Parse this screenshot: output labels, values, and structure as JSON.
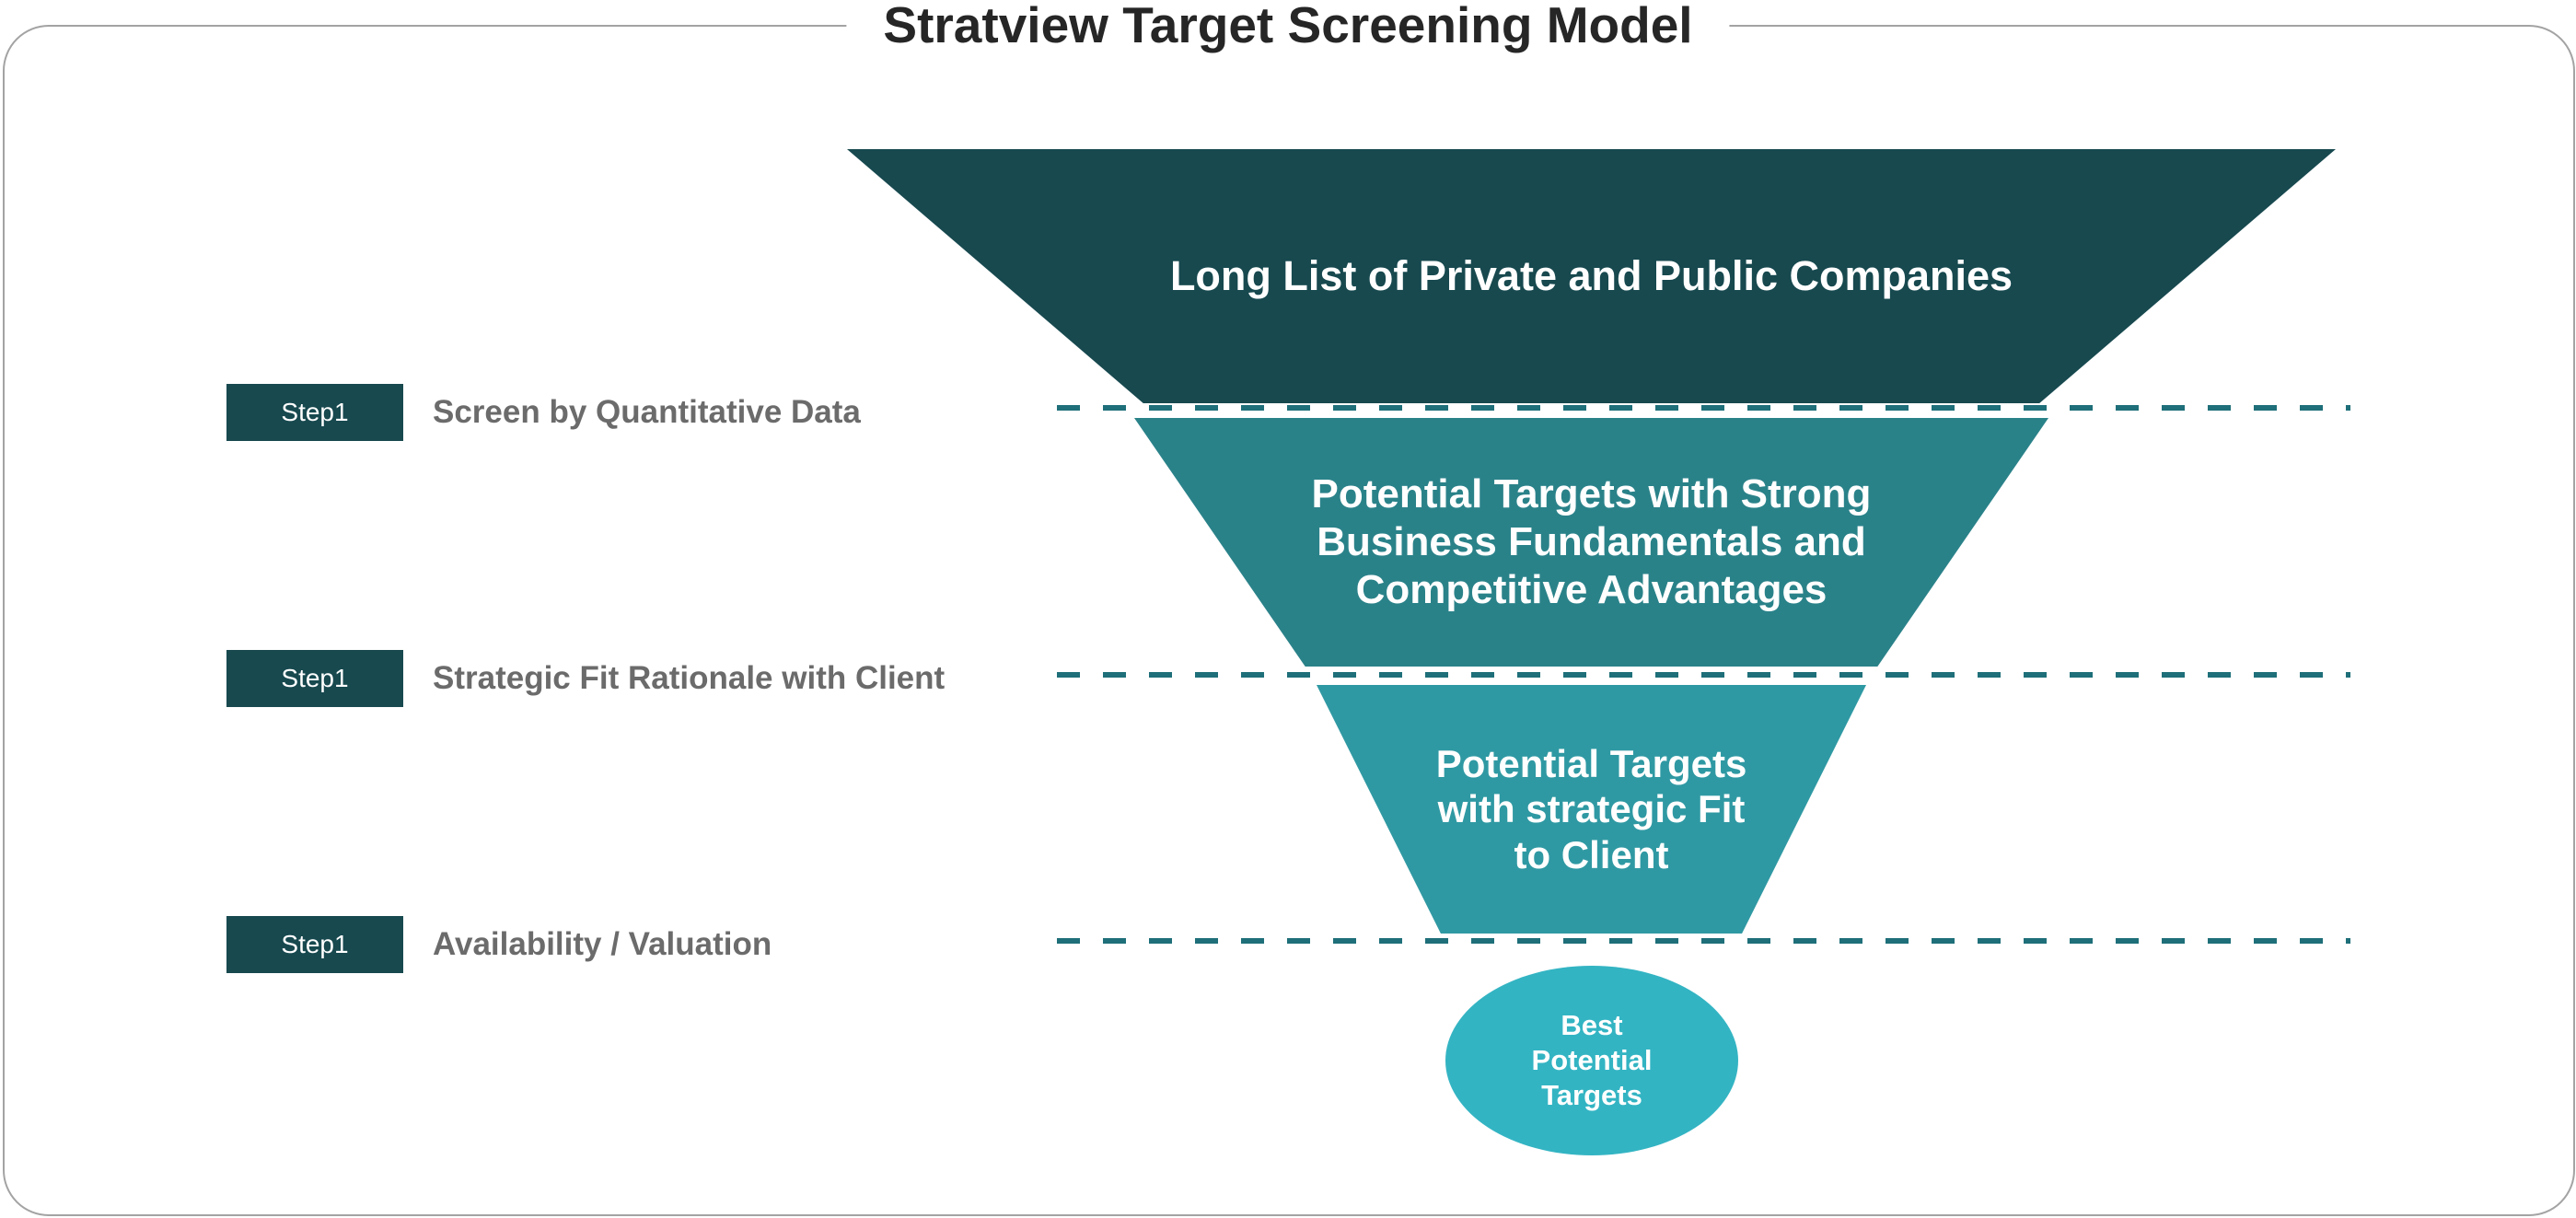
{
  "title": "Stratview Target Screening Model",
  "funnel": {
    "stages": [
      {
        "label": "Long List of Private and Public Companies",
        "color": "#17494f"
      },
      {
        "label": "Potential Targets with Strong\nBusiness Fundamentals and\nCompetitive Advantages",
        "color": "#2a8289"
      },
      {
        "label": "Potential Targets\nwith strategic Fit\nto Client",
        "color": "#2f99a3"
      }
    ],
    "result": {
      "label": "Best\nPotential\nTargets",
      "color": "#33b4c3"
    }
  },
  "steps": [
    {
      "badge": "Step1",
      "label": "Screen by Quantitative Data"
    },
    {
      "badge": "Step1",
      "label": "Strategic Fit Rationale with Client"
    },
    {
      "badge": "Step1",
      "label": "Availability / Valuation"
    }
  ],
  "colors": {
    "stage1": "#17494f",
    "stage2": "#2a8289",
    "stage3": "#2f99a3",
    "result_ellipse": "#33b4c3",
    "badge": "#17494f",
    "dashed_line": "#1e6f79",
    "step_label_text": "#6b6b6b",
    "title_text": "#262626",
    "frame_border": "#a3a3a3"
  }
}
